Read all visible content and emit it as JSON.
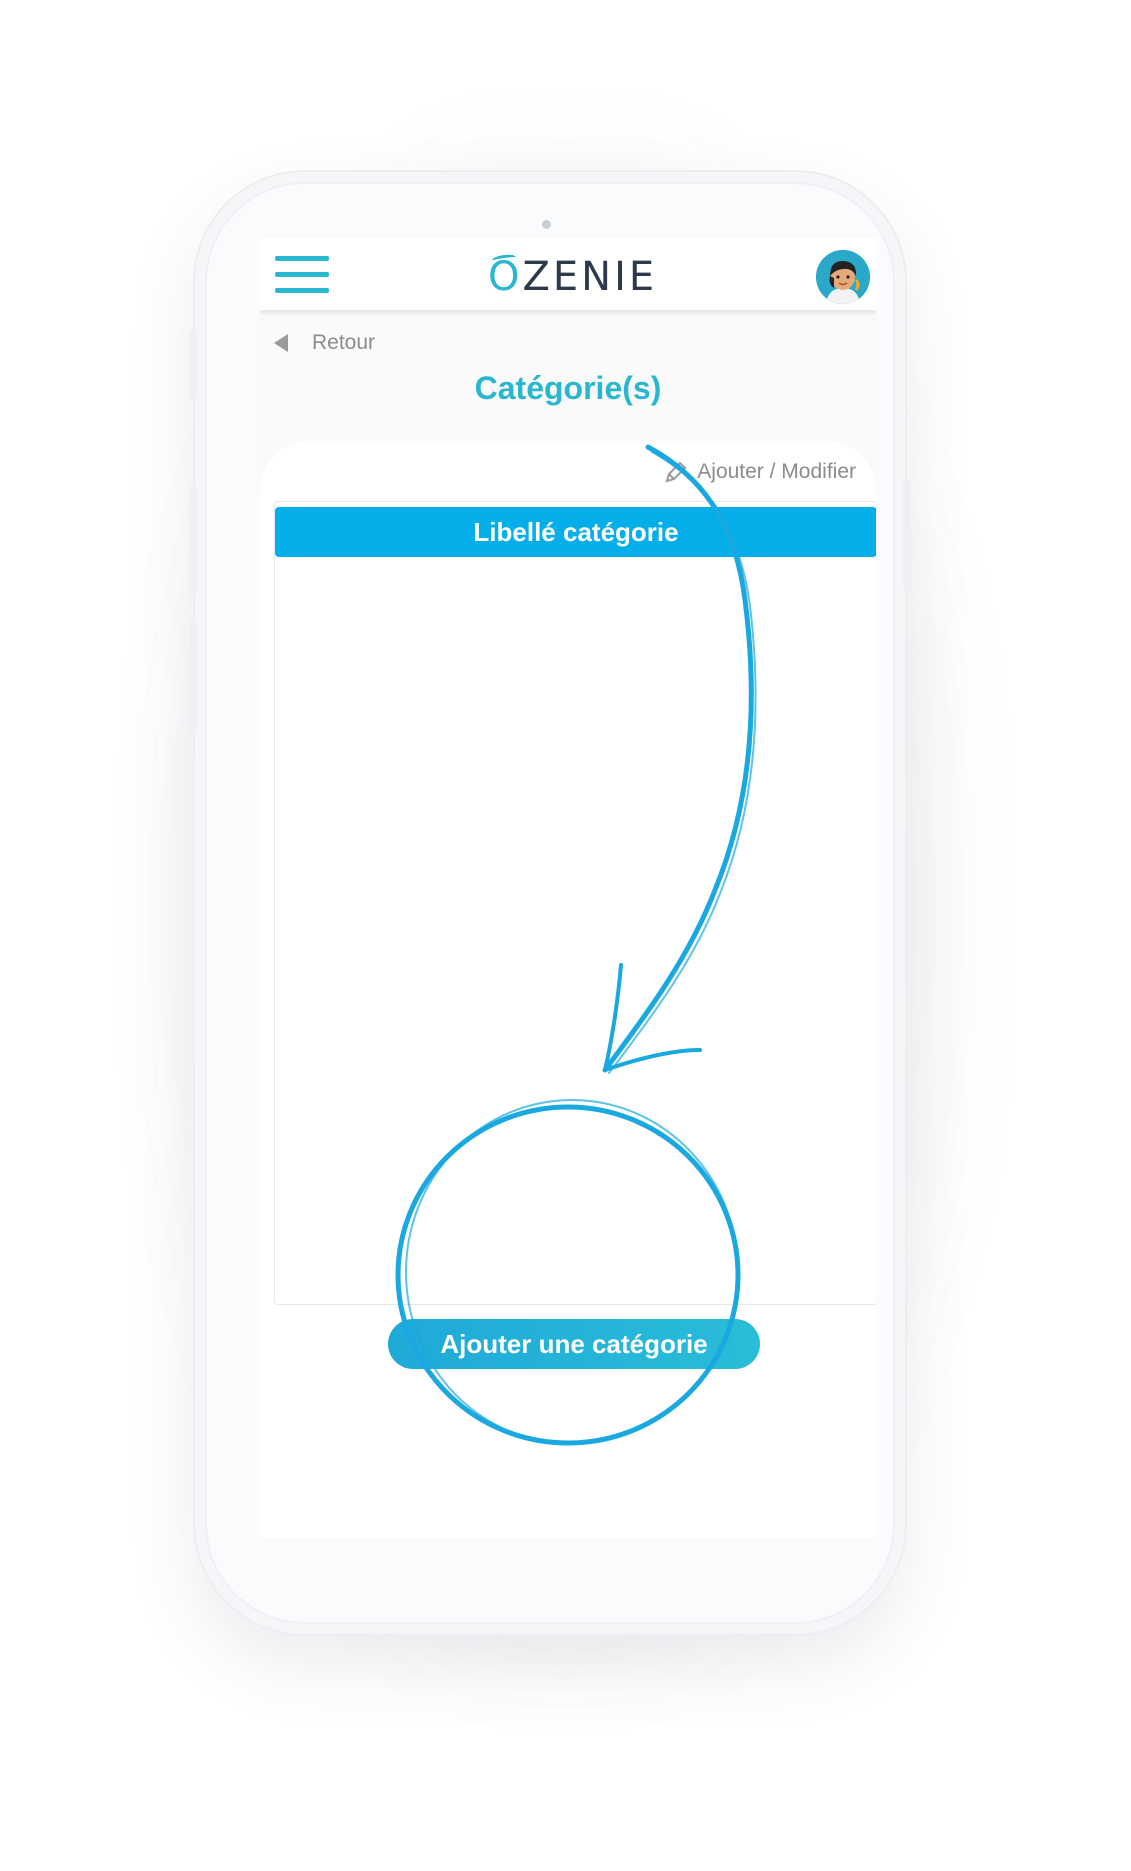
{
  "header": {
    "logo_text": "ZENIE",
    "logo_prefix": "O"
  },
  "nav": {
    "back_label": "Retour"
  },
  "page": {
    "title": "Catégorie(s)"
  },
  "toolbar": {
    "edit_label": "Ajouter / Modifier"
  },
  "table": {
    "column_header": "Libellé catégorie",
    "rows": []
  },
  "actions": {
    "add_category_label": "Ajouter une catégorie"
  },
  "colors": {
    "accent": "#29b6cf",
    "header_bar": "#04aee9",
    "annotation": "#1aa8e0",
    "logo_text": "#2d3a4b"
  },
  "icons": {
    "menu": "hamburger-icon",
    "back": "back-arrow-icon",
    "edit": "pencil-icon",
    "profile": "avatar"
  }
}
